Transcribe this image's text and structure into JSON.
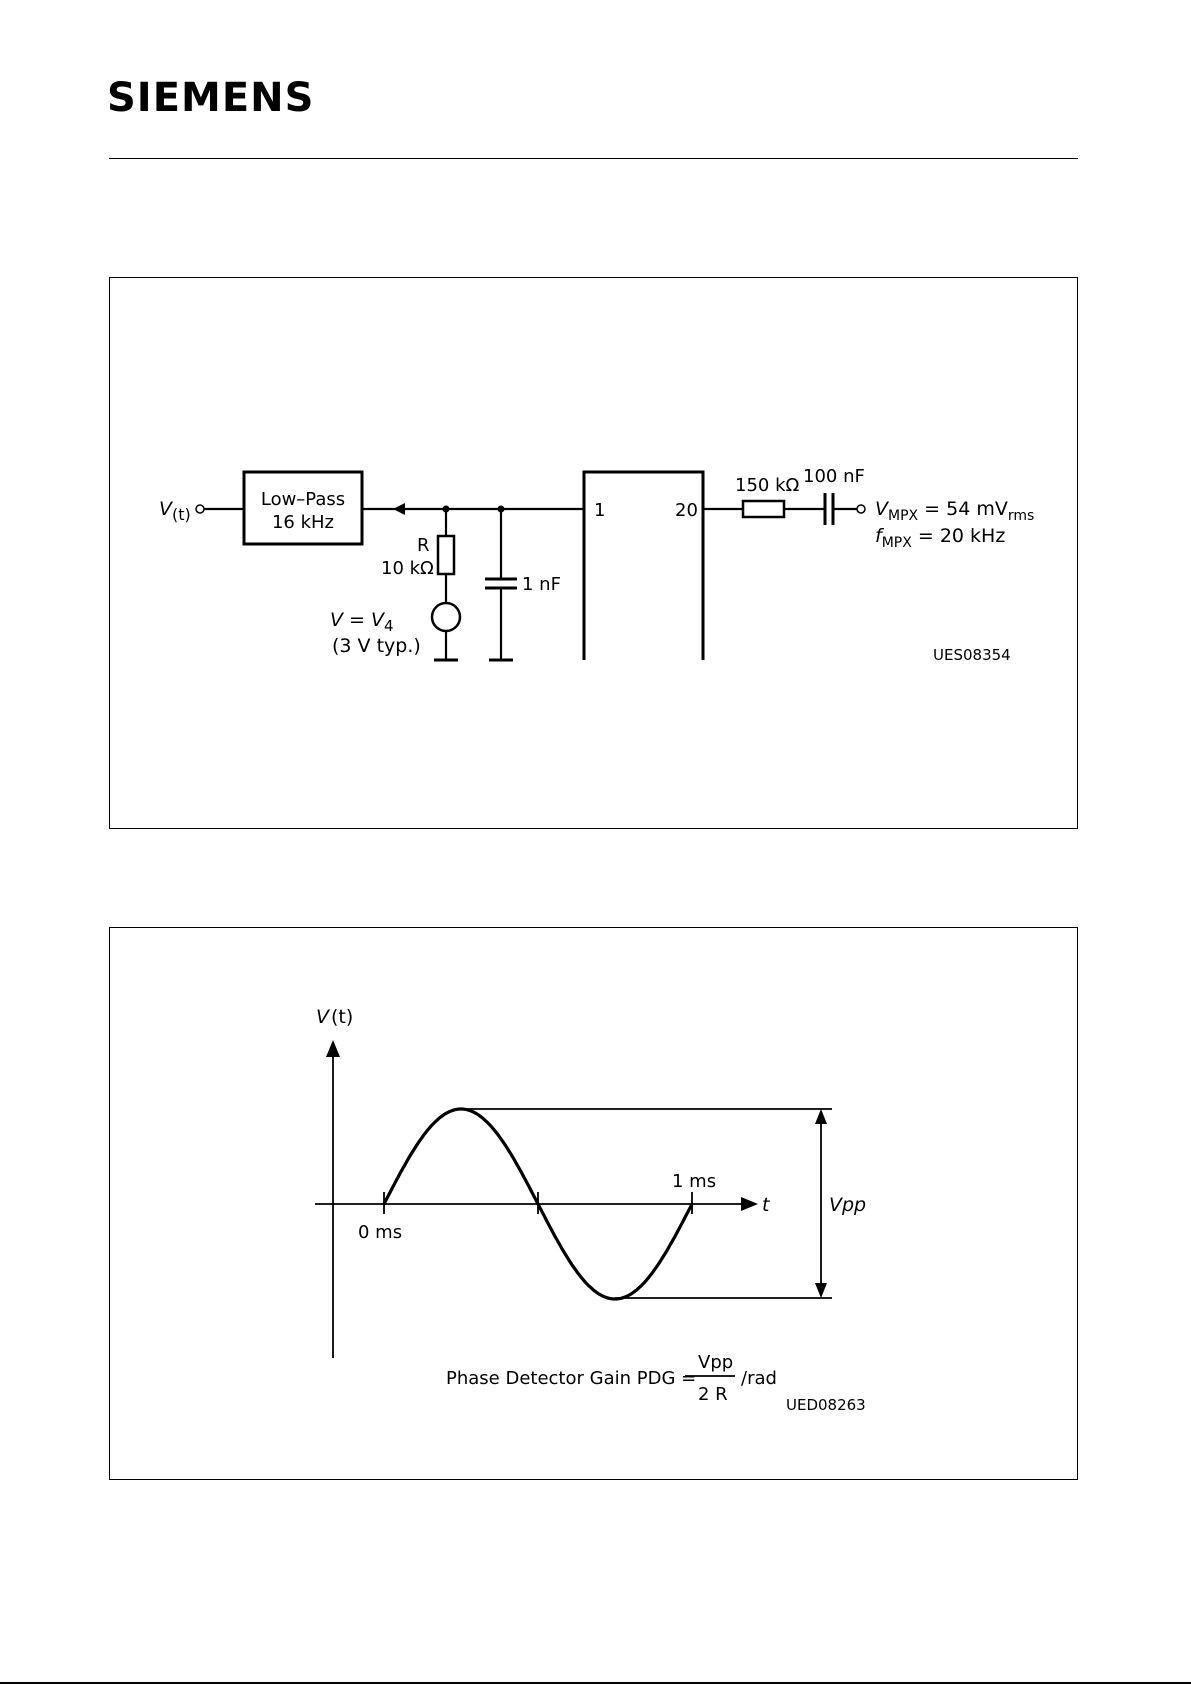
{
  "header": {
    "logo_text": "SIEMENS"
  },
  "figure_1": {
    "input_label_main": "V",
    "input_label_sub": "(t)",
    "lowpass_line1": "Low–Pass",
    "lowpass_line2": "16 kHz",
    "resistor_label_r": "R",
    "resistor_value": "10 kΩ",
    "source_label_main": "V = V",
    "source_label_sub": "4",
    "source_typ": "(3 V typ.)",
    "capacitor_value": "1 nF",
    "pin_1": "1",
    "pin_20": "20",
    "series_resistor": "150 kΩ",
    "series_capacitor": "100 nF",
    "vmpx_main": "V",
    "vmpx_sub": "MPX",
    "vmpx_eq": " =  54 mV",
    "vmpx_unit_sub": "rms",
    "fmpx_main": "f",
    "fmpx_sub": "MPX",
    "fmpx_eq": " = 20 kHz",
    "figure_code": "UES08354"
  },
  "figure_2": {
    "y_axis_label": "V (t)",
    "x_axis_label": "t",
    "tick_0": "0 ms",
    "tick_1": "1 ms",
    "vpp_label": "V",
    "vpp_sub": "pp",
    "formula_text": "Phase Detector Gain PDG =",
    "formula_numerator": "Vpp",
    "formula_denominator": "2 R",
    "formula_unit": "/rad",
    "figure_code": "UED08263"
  }
}
